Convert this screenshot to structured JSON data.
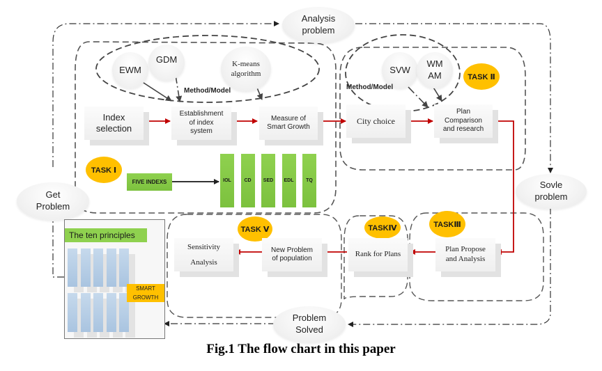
{
  "figure": {
    "caption": "Fig.1 The flow chart in this paper"
  },
  "cycle": {
    "get_problem": [
      "Get",
      "Problem"
    ],
    "analysis_problem": [
      "Analysis",
      "problem"
    ],
    "solve_problem": [
      "Sovle",
      "problem"
    ],
    "problem_solved": [
      "Problem",
      "Solved"
    ]
  },
  "task1": {
    "badge": "TASK Ⅰ",
    "methods": {
      "ewm": "EWM",
      "gdm": "GDM",
      "kmeans": [
        "K-means",
        "algorithm"
      ],
      "group_label": "Method/Model"
    },
    "steps": {
      "index_selection": [
        "Index",
        "selection"
      ],
      "establishment": [
        "Establishment",
        "of index",
        "system"
      ],
      "measure": [
        "Measure of",
        "Smart Growth"
      ]
    },
    "five_indexes_label": "FIVE INDEXS",
    "indexes": [
      "IOL",
      "CD",
      "SED",
      "EDL",
      "TQ"
    ]
  },
  "task2": {
    "badge": "TASK Ⅱ",
    "methods": {
      "svw": "SVW",
      "wmam": [
        "WM",
        "AM"
      ],
      "group_label": "Method/Model"
    },
    "steps": {
      "city_choice": "City choice",
      "plan_comparison": [
        "Plan",
        "Comparison",
        "and research"
      ]
    }
  },
  "task3": {
    "badge": "TASKⅢ",
    "step": [
      "Plan Propose",
      "and Analysis"
    ]
  },
  "task4": {
    "badge": "TASKⅣ",
    "step": "Rank for Plans"
  },
  "task5": {
    "badge": "TASK Ⅴ",
    "steps": {
      "new_problem": [
        "New Problem",
        "of population"
      ],
      "sensitivity": [
        "Sensitivity",
        "Analysis"
      ]
    }
  },
  "principles_panel": {
    "title": "The ten principles",
    "badge": [
      "SMART",
      "GROWTH"
    ],
    "principle_count": 10
  },
  "colors": {
    "flow_arrow": "#c00000",
    "task_badge": "#ffc000",
    "index_green": "#8fd14f",
    "principle_blue": "#b8cfe6"
  }
}
